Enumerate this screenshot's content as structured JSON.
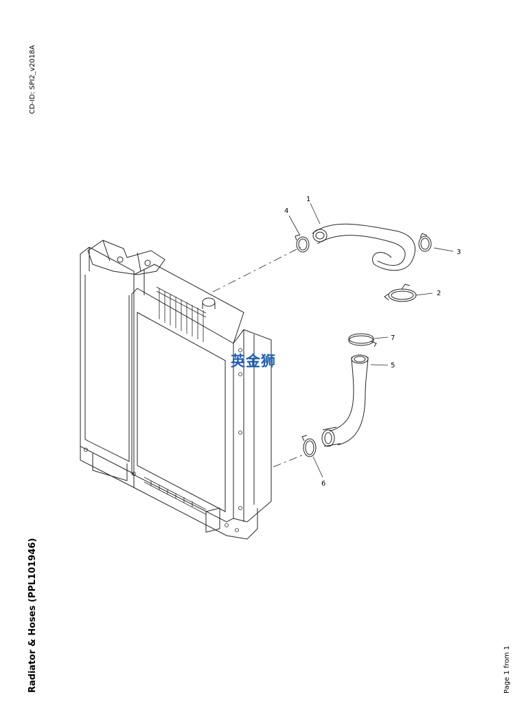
{
  "header": {
    "cd_id": "CD-ID: SPI2_v2018A"
  },
  "footer": {
    "title": "Radiator & Hoses (PPL101946)",
    "page_info": "Page 1 from 1"
  },
  "watermark": {
    "text": "英金狮",
    "color": "#1f5fb2"
  },
  "callouts": [
    "1",
    "2",
    "3",
    "4",
    "5",
    "6",
    "7"
  ],
  "parts": [
    "radiator",
    "upper-hose",
    "hose-clamp",
    "hose-clamp",
    "hose-clamp",
    "lower-hose",
    "hose-clamp",
    "hose-clamp"
  ]
}
